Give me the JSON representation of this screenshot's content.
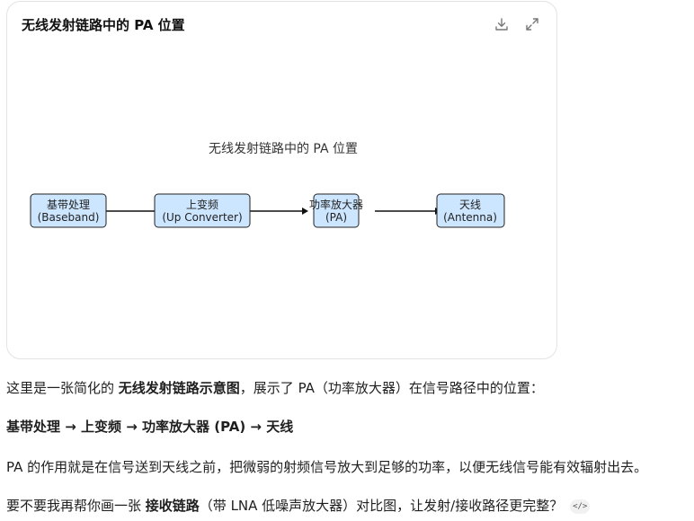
{
  "card": {
    "title": "无线发射链路中的 PA 位置",
    "diagram_title": "无线发射链路中的 PA 位置",
    "nodes": [
      {
        "line1": "基带处理",
        "line2": "(Baseband)"
      },
      {
        "line1": "上变频",
        "line2": "(Up Converter)"
      },
      {
        "line1": "功率放大器",
        "line2": "(PA)"
      },
      {
        "line1": "天线",
        "line2": "(Antenna)"
      }
    ],
    "icons": {
      "download": "download-icon",
      "expand": "expand-icon"
    },
    "colors": {
      "node_fill": "#cce6ff",
      "node_stroke": "#222222",
      "arrow": "#111111"
    }
  },
  "message": {
    "p1_pre": "这里是一张简化的 ",
    "p1_bold": "无线发射链路示意图",
    "p1_post": "，展示了 PA（功率放大器）在信号路径中的位置：",
    "p2_bold": "基带处理 → 上变频 → 功率放大器 (PA) → 天线",
    "p3": "PA 的作用就是在信号送到天线之前，把微弱的射频信号放大到足够的功率，以便无线信号能有效辐射出去。",
    "p4_pre": "要不要我再帮你画一张 ",
    "p4_bold": "接收链路",
    "p4_post": "（带 LNA 低噪声放大器）对比图，让发射/接收路径更完整？",
    "code_chip": "</>"
  }
}
